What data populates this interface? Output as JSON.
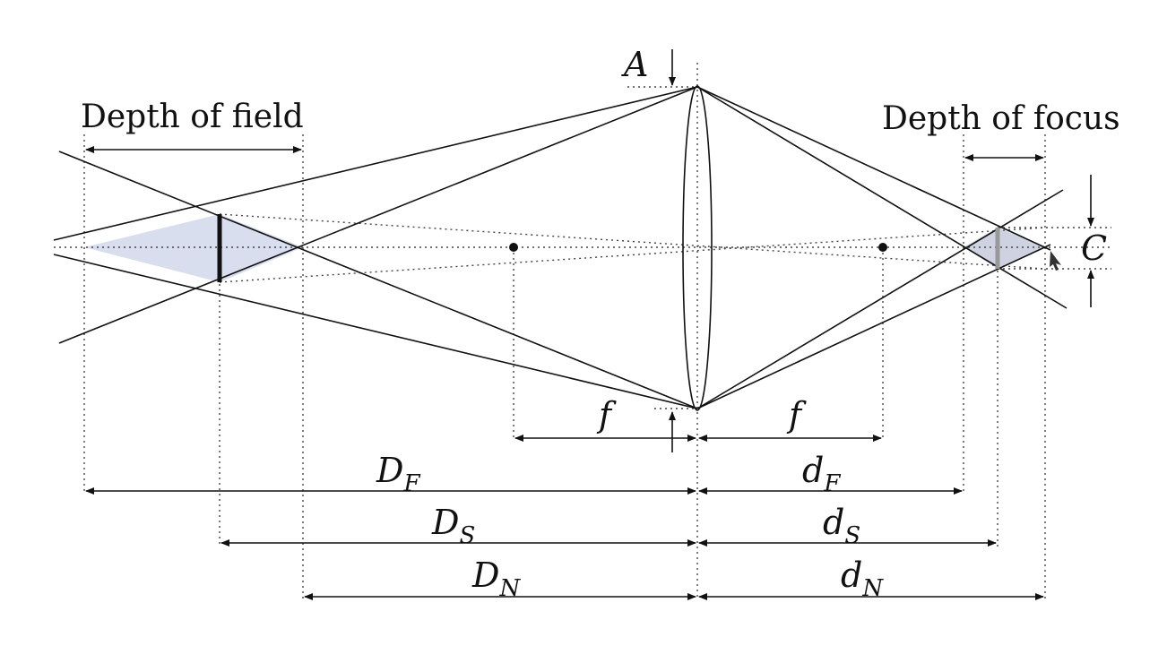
{
  "diagram": {
    "labels": {
      "depth_of_field": "Depth of field",
      "depth_of_focus": "Depth of focus",
      "aperture": "A",
      "coc": "C",
      "f_left": "f",
      "f_right": "f"
    },
    "dimensions": {
      "DF": {
        "main": "D",
        "sub": "F"
      },
      "DS": {
        "main": "D",
        "sub": "S"
      },
      "DN": {
        "main": "D",
        "sub": "N"
      },
      "dF": {
        "main": "d",
        "sub": "F"
      },
      "dS": {
        "main": "d",
        "sub": "S"
      },
      "dN": {
        "main": "d",
        "sub": "N"
      }
    },
    "colors": {
      "shade": "#d9deef",
      "shade_right": "#cfd2e0",
      "ink": "#111111"
    }
  }
}
